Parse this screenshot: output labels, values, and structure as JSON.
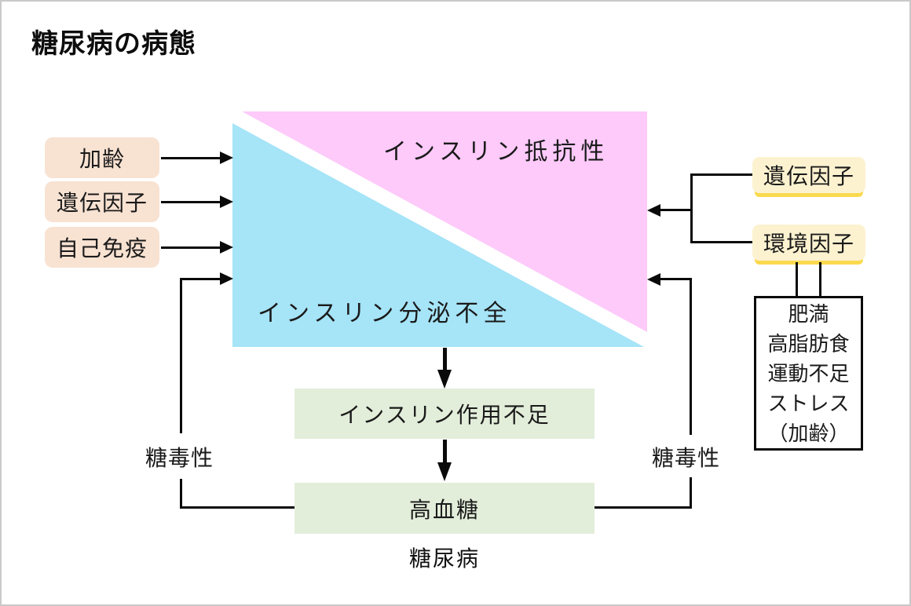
{
  "title": "糖尿病の病態",
  "central": {
    "resistance_label": "インスリン抵抗性",
    "deficiency_label": "インスリン分泌不全"
  },
  "left_factors": {
    "items": [
      {
        "label": "加齢"
      },
      {
        "label": "遺伝因子"
      },
      {
        "label": "自己免疫"
      }
    ]
  },
  "right_factors": {
    "items": [
      {
        "label": "遺伝因子"
      },
      {
        "label": "環境因子"
      }
    ]
  },
  "env_detail_box": {
    "lines": [
      "肥満",
      "高脂肪食",
      "運動不足",
      "ストレス",
      "（加齢）"
    ]
  },
  "flow": {
    "action_deficiency": "インスリン作用不足",
    "hyperglycemia": "高血糖",
    "diabetes": "糖尿病"
  },
  "glucotoxicity": {
    "left_label": "糖毒性",
    "right_label": "糖毒性"
  },
  "colors": {
    "resistance_pink": "#fdcafa",
    "secretion_blue": "#a6e4f7",
    "left_chip_peach": "#f8e2d2",
    "right_chip_cream": "#fdf2d0",
    "right_chip_shadow_yellow": "#fbd94e",
    "flow_box_green": "#e3eeda",
    "line_black": "#0a0a0a",
    "frame_gray": "#c9c9c9"
  }
}
